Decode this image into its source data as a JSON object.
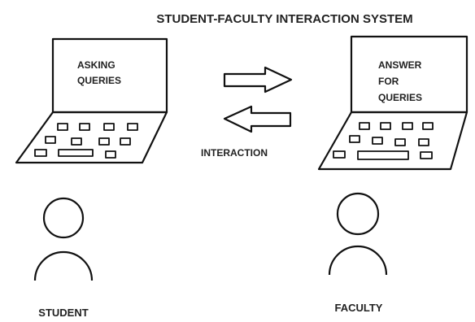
{
  "title": "STUDENT-FACULTY INTERACTION SYSTEM",
  "left_laptop": {
    "screen_lines": [
      "ASKING",
      "QUERIES"
    ]
  },
  "right_laptop": {
    "screen_lines": [
      "ANSWER",
      "FOR",
      "QUERIES"
    ]
  },
  "interaction_label": "INTERACTION",
  "left_person_label": "STUDENT",
  "right_person_label": "FACULTY",
  "colors": {
    "stroke": "#111111",
    "text": "#222222",
    "background": "#ffffff"
  }
}
